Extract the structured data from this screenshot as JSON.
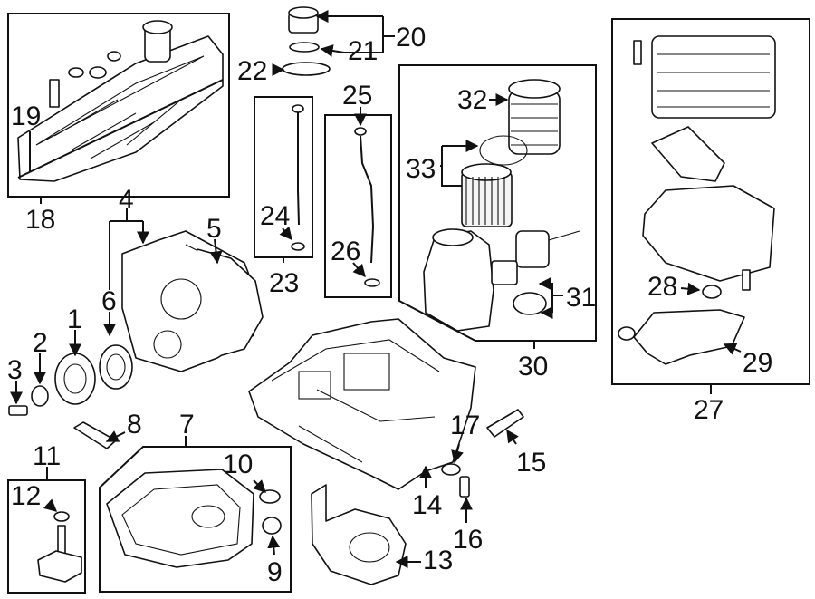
{
  "callouts": {
    "c1": "1",
    "c2": "2",
    "c3": "3",
    "c4": "4",
    "c5": "5",
    "c6": "6",
    "c7": "7",
    "c8": "8",
    "c9": "9",
    "c10": "10",
    "c11": "11",
    "c12": "12",
    "c13": "13",
    "c14": "14",
    "c15": "15",
    "c16": "16",
    "c17": "17",
    "c18": "18",
    "c19": "19",
    "c20": "20",
    "c21": "21",
    "c22": "22",
    "c23": "23",
    "c24": "24",
    "c25": "25",
    "c26": "26",
    "c27": "27",
    "c28": "28",
    "c29": "29",
    "c30": "30",
    "c31": "31",
    "c32": "32",
    "c33": "33"
  }
}
